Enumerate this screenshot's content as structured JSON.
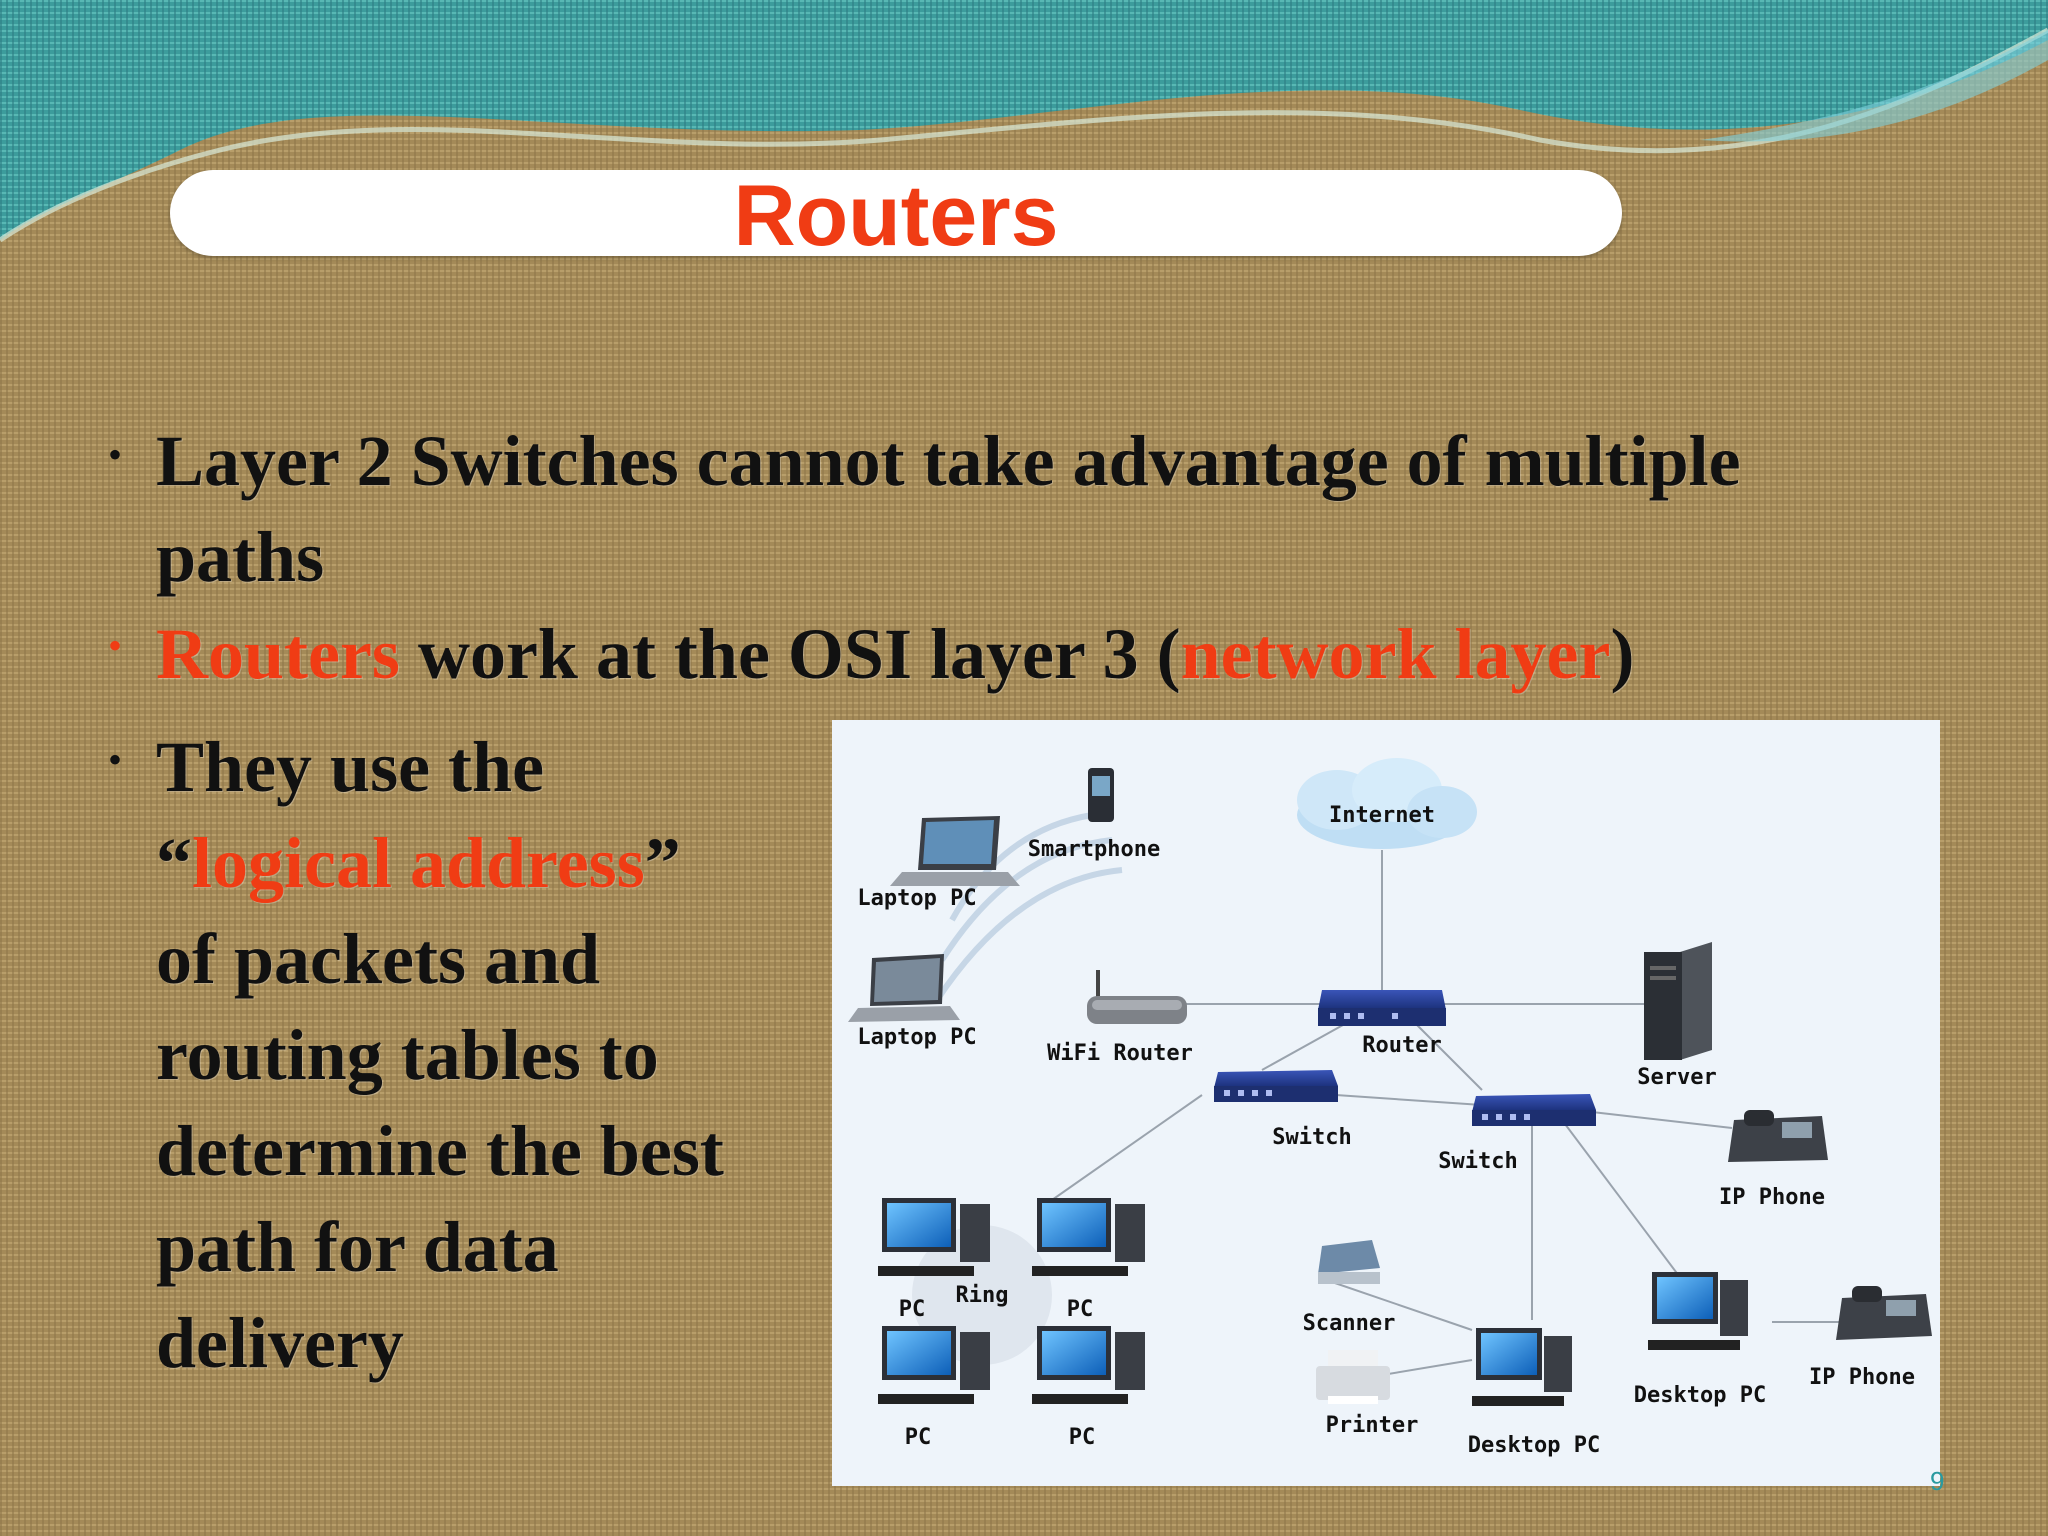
{
  "slide": {
    "title": "Routers",
    "bullets": [
      {
        "line1": "Layer 2 Switches cannot take advantage of multiple",
        "line2": "paths"
      },
      {
        "red_start": "Routers",
        "middle": " work at the OSI layer 3 (",
        "red_end": "network layer",
        "close": ")"
      },
      {
        "line1": "They use the",
        "quote_open": "“",
        "red": "logical address",
        "quote_close": "”",
        "lines": [
          "of packets and",
          "routing tables to",
          "determine the best",
          "path for data",
          "delivery"
        ]
      }
    ],
    "page_number": "9"
  },
  "diagram": {
    "labels": {
      "internet": "Internet",
      "smartphone": "Smartphone",
      "laptop1": "Laptop PC",
      "laptop2": "Laptop PC",
      "wifi_router": "WiFi Router",
      "router": "Router",
      "server": "Server",
      "switch1": "Switch",
      "switch2": "Switch",
      "ip_phone1": "IP Phone",
      "ip_phone2": "IP Phone",
      "pc_tl": "PC",
      "pc_tr": "PC",
      "pc_bl": "PC",
      "pc_br": "PC",
      "ring": "Ring",
      "scanner": "Scanner",
      "printer": "Printer",
      "desktop1": "Desktop PC",
      "desktop2": "Desktop PC"
    }
  },
  "colors": {
    "accent_red": "#f03c14",
    "teal": "#3aa9a6",
    "burlap": "#a88d5a"
  }
}
